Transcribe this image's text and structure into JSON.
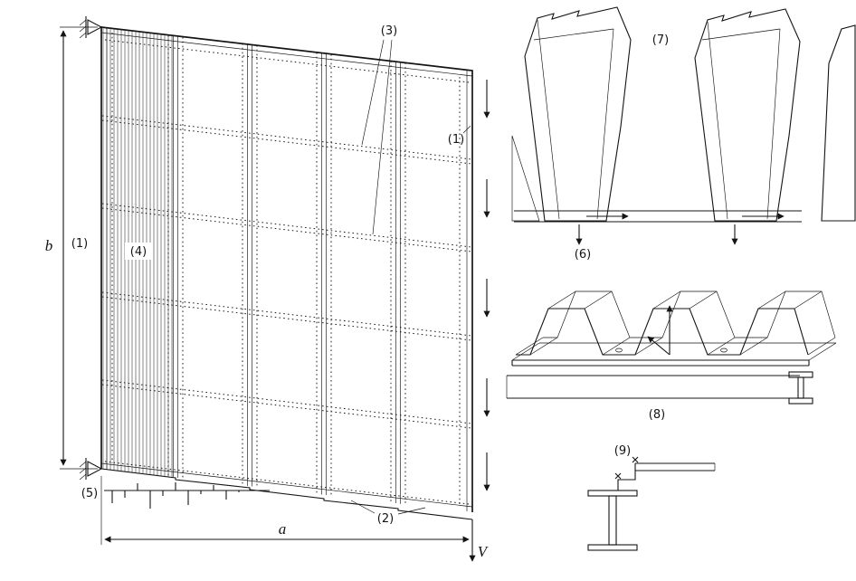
{
  "figure": {
    "background": "#ffffff",
    "ink": "#141414",
    "description": "Shear diaphragm of corrugated sheeting: panel assembly with dimensions and force, buckled-sheet mesh, sheeting-on-beam view and edge connection detail"
  },
  "main_panel": {
    "callout_edge_member_top": "(1)",
    "callout_edge_member_left": "(1)",
    "callout_sheet_ends": "(2)",
    "callout_seam_fasteners": "(3)",
    "callout_corrugated_sheet": "(4)",
    "callout_shear_flow": "(5)",
    "dim_width": "a",
    "dim_height": "b",
    "shear_force": "V"
  },
  "detail_views": {
    "callout_support_reactions": "(6)",
    "callout_buckled_mesh": "(7)",
    "callout_sheeting_on_beam": "(8)",
    "callout_edge_detail": "(9)"
  }
}
